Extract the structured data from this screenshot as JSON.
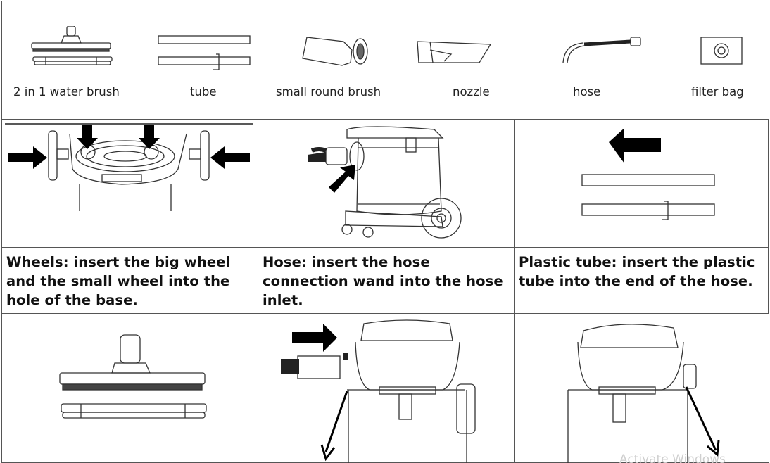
{
  "accessories": [
    {
      "label": "2 in 1 water brush",
      "icon": "water-brush-icon"
    },
    {
      "label": "tube",
      "icon": "tube-icon"
    },
    {
      "label": "small round brush",
      "icon": "round-brush-icon"
    },
    {
      "label": "nozzle",
      "icon": "nozzle-icon"
    },
    {
      "label": "hose",
      "icon": "hose-icon"
    },
    {
      "label": "filter bag",
      "icon": "filter-bag-icon"
    }
  ],
  "steps": [
    {
      "caption": "Wheels: insert the big wheel and the small wheel into the hole of the base."
    },
    {
      "caption": "Hose: insert the hose connection wand into the hose inlet."
    },
    {
      "caption": "Plastic tube: insert the plastic tube into the end of the hose."
    }
  ],
  "watermark": "Activate Windows",
  "colors": {
    "ink": "#111111",
    "line": "#555555",
    "arrow": "#000000"
  }
}
